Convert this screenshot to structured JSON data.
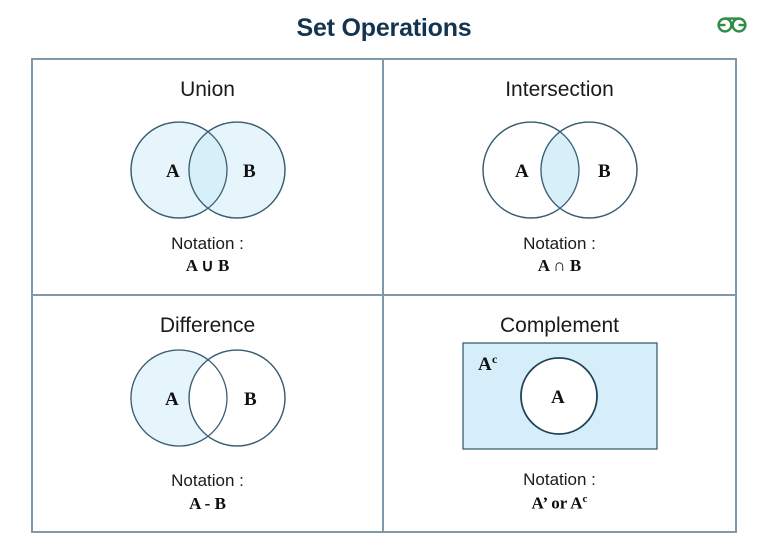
{
  "header": {
    "title": "Set Operations",
    "logo_name": "geeksforgeeks-logo",
    "title_color": "#13344f",
    "logo_color": "#2f8d46"
  },
  "theme": {
    "border_color": "#7e98ac",
    "circle_stroke": "#3b5f73",
    "fill_light": "#e6f5fb",
    "fill_medium": "#d7eff9",
    "fill_rect": "#d5eefa",
    "text_color": "#1a1a1a",
    "background": "#ffffff"
  },
  "quadrants": [
    {
      "id": "union",
      "title": "Union",
      "notation_label": "Notation :",
      "notation_expr": "A ∪ B",
      "diagram": "two-overlapping-circles",
      "set_a_label": "A",
      "set_b_label": "B",
      "shaded_region": "both-circles"
    },
    {
      "id": "intersection",
      "title": "Intersection",
      "notation_label": "Notation :",
      "notation_expr": "A ∩ B",
      "diagram": "two-overlapping-circles",
      "set_a_label": "A",
      "set_b_label": "B",
      "shaded_region": "overlap-only"
    },
    {
      "id": "difference",
      "title": "Difference",
      "notation_label": "Notation :",
      "notation_expr": "A - B",
      "diagram": "two-overlapping-circles",
      "set_a_label": "A",
      "set_b_label": "B",
      "shaded_region": "a-minus-b"
    },
    {
      "id": "complement",
      "title": "Complement",
      "notation_label": "Notation :",
      "notation_expr_html": "A’ or A",
      "notation_expr_sup": "c",
      "diagram": "universe-rectangle-with-circle",
      "set_a_label": "A",
      "complement_label": "A",
      "complement_label_sup": "c",
      "shaded_region": "outside-circle-inside-universe"
    }
  ]
}
